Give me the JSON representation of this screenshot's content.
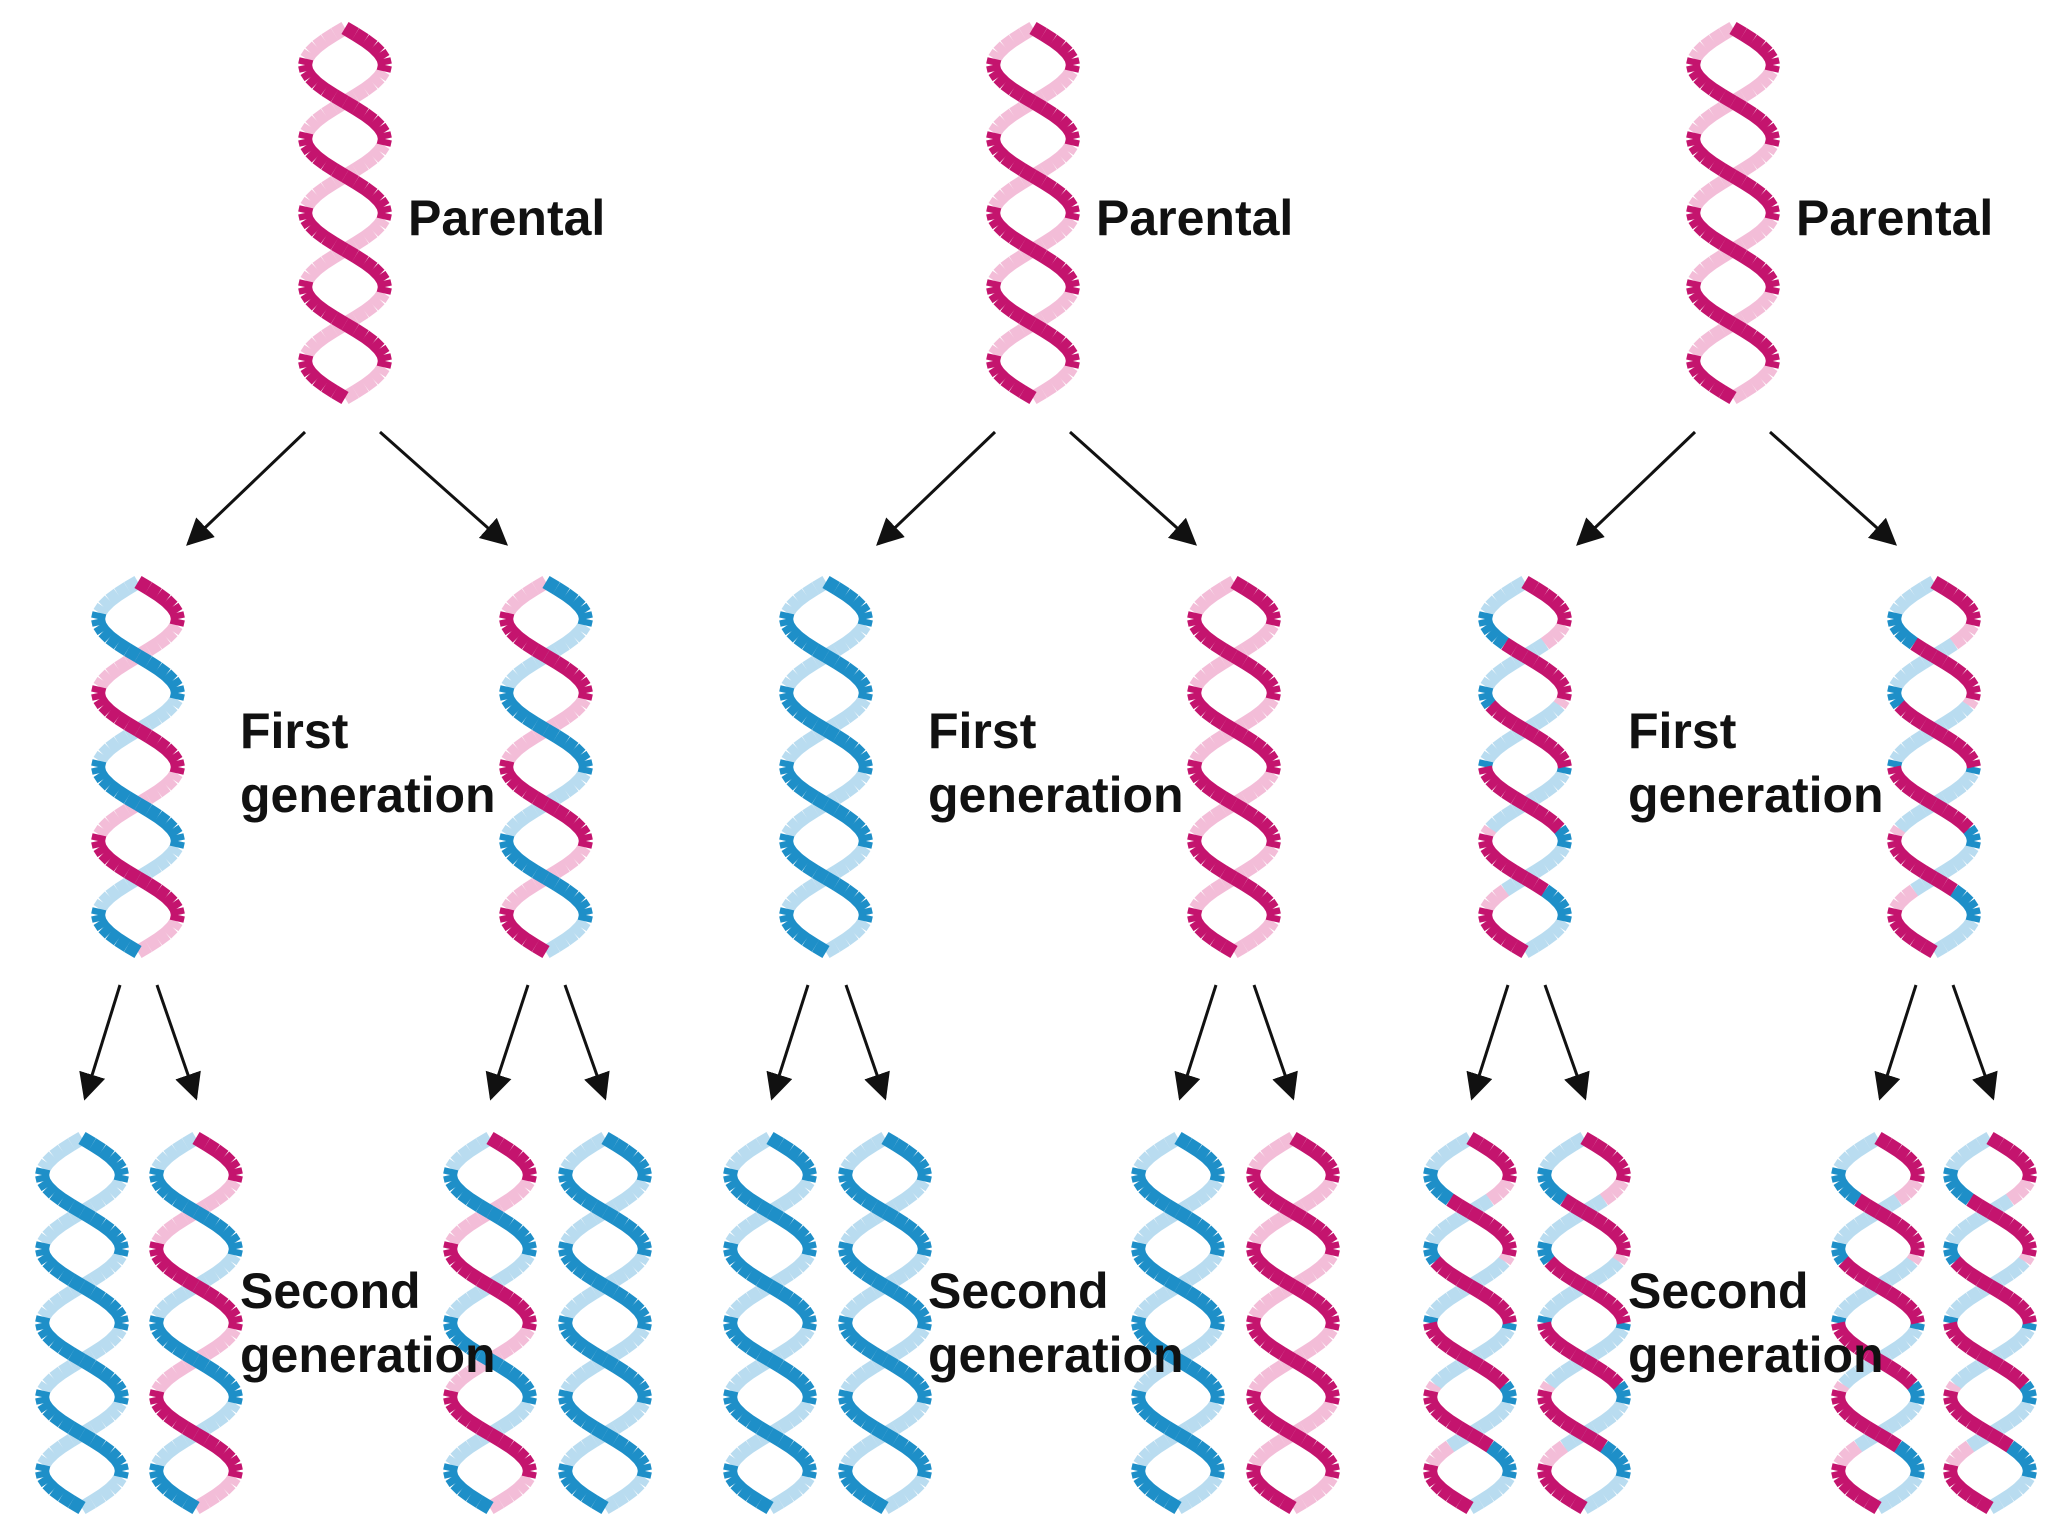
{
  "colors": {
    "parental_strand": "#c4146e",
    "new_strand": "#1e8fc8",
    "arrow": "#111111",
    "background": "#ffffff"
  },
  "labels": {
    "parental": "Parental",
    "first_generation_line1": "First",
    "first_generation_line2": "generation",
    "second_generation_line1": "Second",
    "second_generation_line2": "generation"
  },
  "models": [
    {
      "parental": [
        "P",
        "P"
      ],
      "first_generation": [
        [
          "P",
          "N"
        ],
        [
          "N",
          "P"
        ]
      ],
      "second_generation": [
        [
          "N",
          "N"
        ],
        [
          "P",
          "N"
        ],
        [
          "P",
          "N"
        ],
        [
          "N",
          "N"
        ]
      ]
    },
    {
      "parental": [
        "P",
        "P"
      ],
      "first_generation": [
        [
          "N",
          "N"
        ],
        [
          "P",
          "P"
        ]
      ],
      "second_generation": [
        [
          "N",
          "N"
        ],
        [
          "N",
          "N"
        ],
        [
          "N",
          "N"
        ],
        [
          "P",
          "P"
        ]
      ]
    },
    {
      "parental": [
        "P",
        "P"
      ],
      "first_generation": [
        [
          "M",
          "M"
        ],
        [
          "M",
          "M"
        ]
      ],
      "second_generation": [
        [
          "M",
          "M"
        ],
        [
          "M",
          "M"
        ],
        [
          "M",
          "M"
        ],
        [
          "M",
          "M"
        ]
      ]
    }
  ]
}
